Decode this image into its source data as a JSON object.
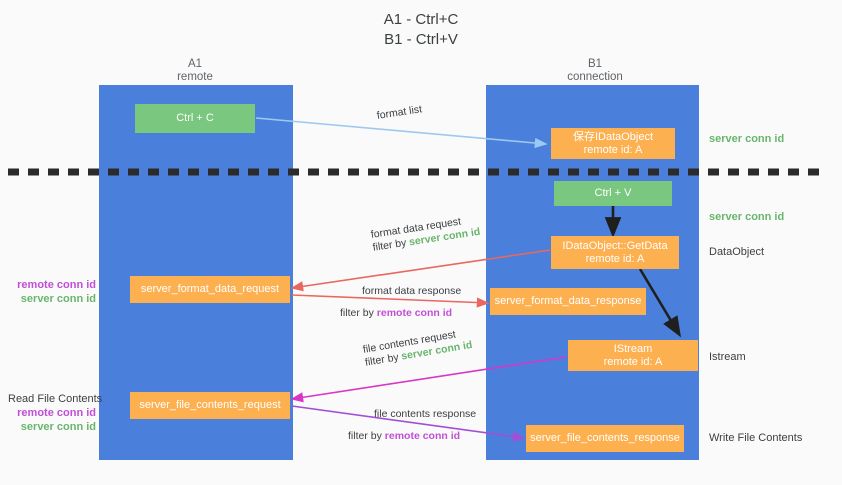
{
  "title": {
    "line1": "A1 - Ctrl+C",
    "line2": "B1 - Ctrl+V"
  },
  "colors": {
    "lane": "#4a7fdb",
    "green_box": "#7ac77f",
    "orange_box": "#fcb050",
    "server_conn_id": "#69b56e",
    "remote_conn_id": "#c14fd6",
    "arrow_blue": "#9ec9ef",
    "arrow_red": "#e8685f",
    "arrow_magenta": "#d637c4",
    "arrow_purple": "#a24fd6",
    "arrow_black": "#1f1f1f",
    "divider": "#2b2b2b",
    "background": "#fafafa"
  },
  "columns": [
    {
      "name": "A1",
      "sub": "remote"
    },
    {
      "name": "B1",
      "sub": "connection"
    }
  ],
  "nodes": {
    "ctrl_c": {
      "label": "Ctrl + C",
      "color": "green"
    },
    "save_dataobject": {
      "line1": "保存IDataObject",
      "line2": "remote id: A",
      "color": "orange"
    },
    "ctrl_v": {
      "label": "Ctrl + V",
      "color": "green"
    },
    "getdata": {
      "line1": "IDataObject::GetData",
      "line2": "remote id: A",
      "color": "orange"
    },
    "istream": {
      "line1": "IStream",
      "line2": "remote id: A",
      "color": "orange"
    },
    "fmt_req": {
      "label": "server_format_data_request",
      "color": "orange"
    },
    "fmt_resp": {
      "label": "server_format_data_response",
      "color": "orange"
    },
    "file_req": {
      "label": "server_file_contents_request",
      "color": "orange"
    },
    "file_resp": {
      "label": "server_file_contents_response",
      "color": "orange"
    }
  },
  "edge_labels": {
    "format_list": "format list",
    "format_data_request": "format data request",
    "format_data_response": "format data response",
    "file_contents_request": "file contents request",
    "file_contents_response": "file contents response",
    "filter_by": "filter by",
    "server_conn_id": "server conn id",
    "remote_conn_id": "remote conn id"
  },
  "annotations": {
    "right_server_conn_1": "server conn id",
    "right_server_conn_2": "server conn id",
    "right_dataobject": "DataObject",
    "right_istream": "Istream",
    "right_write_file_contents": "Write File Contents",
    "left_read_file_contents": "Read File Contents",
    "left_remote_conn_1": "remote conn id",
    "left_server_conn_1": "server conn id",
    "left_remote_conn_2": "remote conn id",
    "left_server_conn_2": "server conn id"
  }
}
